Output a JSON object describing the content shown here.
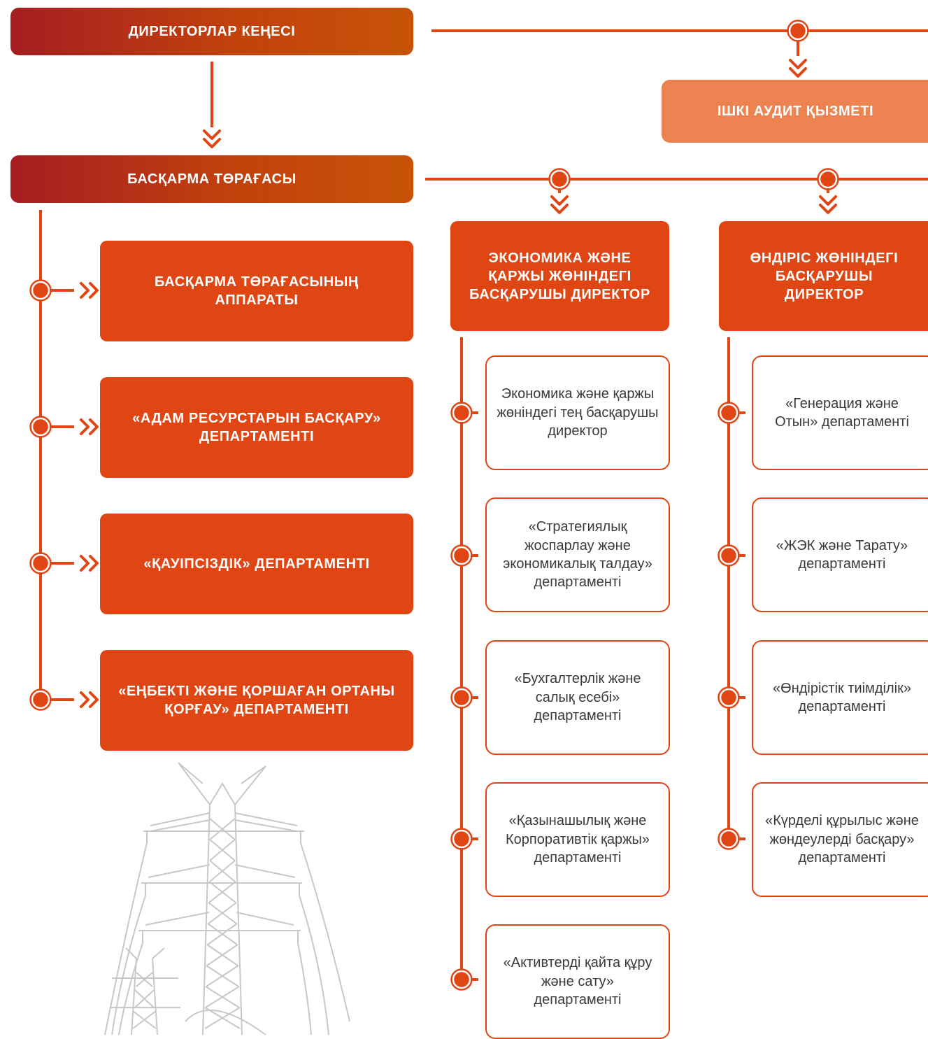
{
  "board": "ДИРЕКТОРЛАР КЕҢЕСІ",
  "audit": "ІШКІ АУДИТ ҚЫЗМЕТІ",
  "chairman": "БАСҚАРМА ТӨРАҒАСЫ",
  "left_departments": [
    "БАСҚАРМА ТӨРАҒАСЫНЫҢ АППАРАТЫ",
    "«АДАМ РЕСУРСТАРЫН БАСҚАРУ» ДЕПАРТАМЕНТІ",
    "«ҚАУІПСІЗДІК» ДЕПАРТАМЕНТІ",
    "«ЕҢБЕКТІ ЖӘНЕ ҚОРШАҒАН ОРТАНЫ ҚОРҒАУ» ДЕПАРТАМЕНТІ"
  ],
  "economics_director": "ЭКОНОМИКА ЖӘНЕ ҚАРЖЫ ЖӨНІНДЕГІ БАСҚАРУШЫ ДИРЕКТОР",
  "economics_units": [
    "Экономика және қаржы жөніндегі тең басқарушы директор",
    "«Стратегиялық жоспарлау және экономикалық талдау» департаменті",
    "«Бухгалтерлік және салық есебі» департаменті",
    "«Қазынашылық және Корпоративтік қаржы» департаменті",
    "«Активтерді қайта құру және сату» департаменті"
  ],
  "production_director": "ӨНДІРІС ЖӨНІНДЕГІ БАСҚАРУШЫ ДИРЕКТОР",
  "production_units": [
    "«Генерация және Отын» департаменті",
    "«ЖЭК және Тарату» департаменті",
    "«Өндірістік тиімділік» департаменті",
    "«Күрделі құрылыс және жөндеулерді басқару» департаменті"
  ],
  "colors": {
    "accent": "#e04614",
    "dark_red": "#a61d22",
    "light_orange": "#ec8350",
    "tower_gray": "#c8c8c8"
  },
  "icons": [
    "double-chevron-down-icon",
    "double-chevron-right-icon",
    "node-dot-icon",
    "power-tower-illustration"
  ]
}
